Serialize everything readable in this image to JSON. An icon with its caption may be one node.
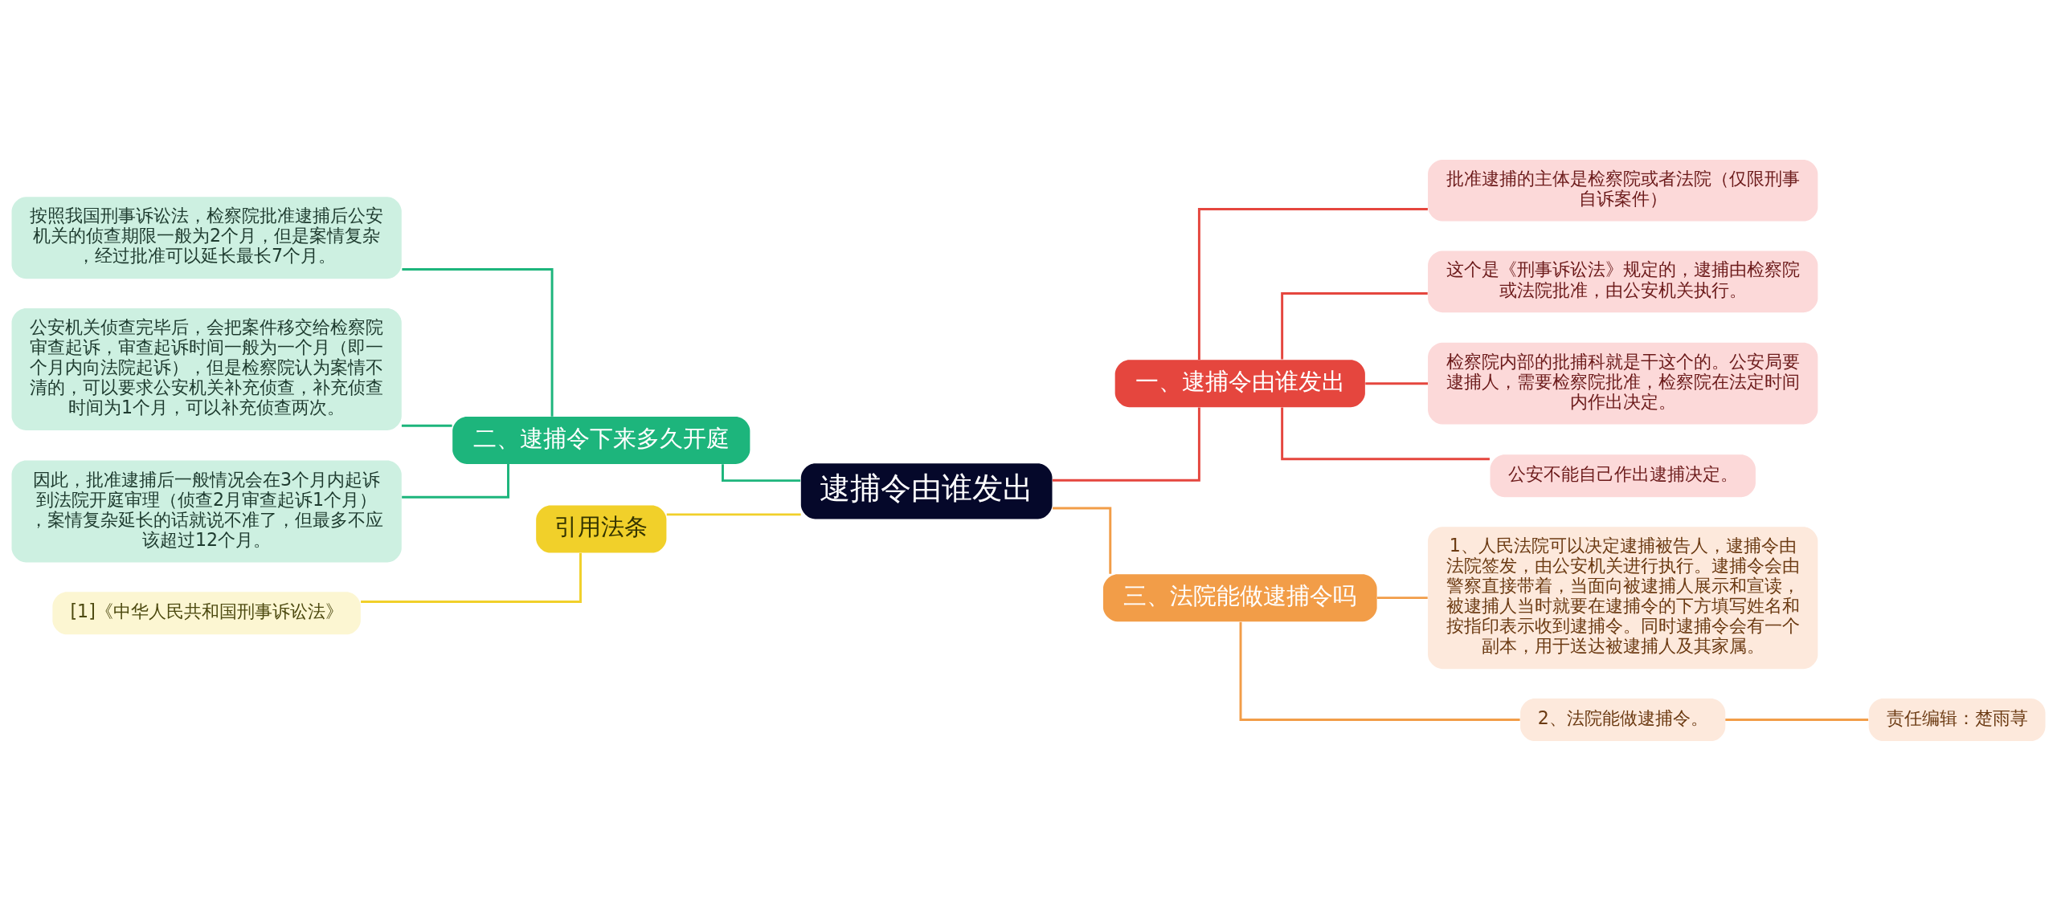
{
  "diagram": {
    "nodes": [
      {
        "text": [
          "逮捕令由谁发出"
        ]
      },
      {
        "text": [
          "一、逮捕令由谁发出"
        ]
      },
      {
        "text": [
          "批准逮捕的主体是检察院或者法院（仅限刑事自诉案件）"
        ]
      },
      {
        "text": [
          "这个是《刑事诉讼法》规定的，逮捕由检察院或法院批准，由公安机关执行。"
        ]
      },
      {
        "text": [
          "检察院内部的批捕科就是干这个的。公安局要逮捕人，需要检察院批准，检察院在法定时间内作出决定。"
        ]
      },
      {
        "text": [
          "公安不能自己作出逮捕决定。"
        ]
      },
      {
        "text": [
          "三、法院能做逮捕令吗"
        ]
      },
      {
        "text": [
          "1、人民法院可以决定逮捕被告人，逮捕令由法院签发，由公安机关进行执行。逮捕令会由警察直接带着，当面向被逮捕人展示和宣读，被逮捕人当时就要在逮捕令的下方填写姓名和按指印表示收到逮捕令。同时逮捕令会有一个副本，用于送达被逮捕人及其家属。"
        ]
      },
      {
        "text": [
          "2、法院能做逮捕令。"
        ]
      },
      {
        "text": [
          "责任编辑：楚雨荨"
        ]
      },
      {
        "text": [
          "二、逮捕令下来多久开庭"
        ]
      },
      {
        "text": [
          "按照我国刑事诉讼法，检察院批准逮捕后公安机关的侦查期限一般为2个月，但是案情复杂，经过批准可以延长最长7个月。"
        ]
      },
      {
        "text": [
          "公安机关侦查完毕后，会把案件移交给检察院审查起诉，审查起诉时间一般为一个月（即一个月内向法院起诉），但是检察院认为案情不清的，可以要求公安机关补充侦查，补充侦查时间为1个月，可以补充侦查两次。"
        ]
      },
      {
        "text": [
          "因此，批准逮捕后一般情况会在3个月内起诉到法院开庭审理（侦查2月审查起诉1个月），案情复杂延长的话就说不准了，但最多不应该超过12个月。"
        ]
      },
      {
        "text": [
          "引用法条"
        ]
      },
      {
        "text": [
          "[1]《中华人民共和国刑事诉讼法》"
        ]
      }
    ],
    "edges": [
      {
        "from": 0,
        "to": 1,
        "arrow": "none",
        "color": "#e5463e"
      },
      {
        "from": 1,
        "to": 2,
        "arrow": "none",
        "color": "#e5463e"
      },
      {
        "from": 1,
        "to": 3,
        "arrow": "none",
        "color": "#e5463e"
      },
      {
        "from": 1,
        "to": 4,
        "arrow": "none",
        "color": "#e5463e"
      },
      {
        "from": 1,
        "to": 5,
        "arrow": "none",
        "color": "#e5463e"
      },
      {
        "from": 0,
        "to": 6,
        "arrow": "none",
        "color": "#f29d48"
      },
      {
        "from": 6,
        "to": 7,
        "arrow": "none",
        "color": "#f29d48"
      },
      {
        "from": 6,
        "to": 8,
        "arrow": "none",
        "color": "#f29d48"
      },
      {
        "from": 8,
        "to": 9,
        "arrow": "none",
        "color": "#f29d48"
      },
      {
        "from": 0,
        "to": 10,
        "arrow": "none",
        "color": "#1db57c"
      },
      {
        "from": 10,
        "to": 11,
        "arrow": "none",
        "color": "#1db57c"
      },
      {
        "from": 10,
        "to": 12,
        "arrow": "none",
        "color": "#1db57c"
      },
      {
        "from": 10,
        "to": 13,
        "arrow": "none",
        "color": "#1db57c"
      },
      {
        "from": 0,
        "to": 14,
        "arrow": "none",
        "color": "#f1d02a"
      },
      {
        "from": 14,
        "to": 15,
        "arrow": "none",
        "color": "#f1d02a"
      }
    ]
  }
}
